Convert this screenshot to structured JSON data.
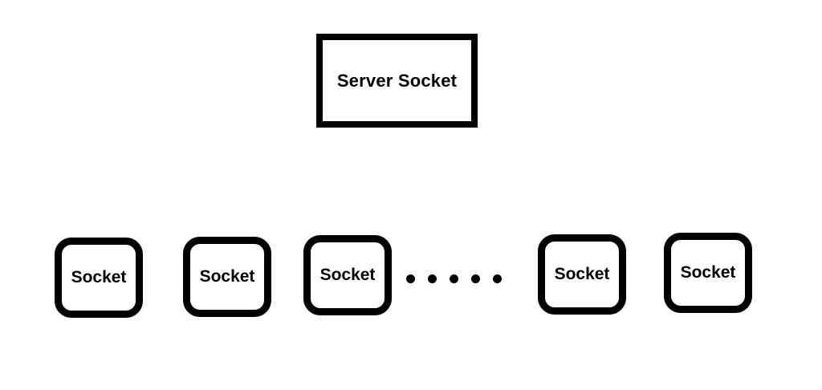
{
  "diagram": {
    "server_box": {
      "label": "Server Socket"
    },
    "sockets": [
      {
        "label": "Socket"
      },
      {
        "label": "Socket"
      },
      {
        "label": "Socket"
      },
      {
        "label": "Socket"
      },
      {
        "label": "Socket"
      }
    ],
    "ellipsis_dots": 5,
    "colors": {
      "stroke": "#000000",
      "background": "#ffffff",
      "text": "#000000"
    }
  }
}
